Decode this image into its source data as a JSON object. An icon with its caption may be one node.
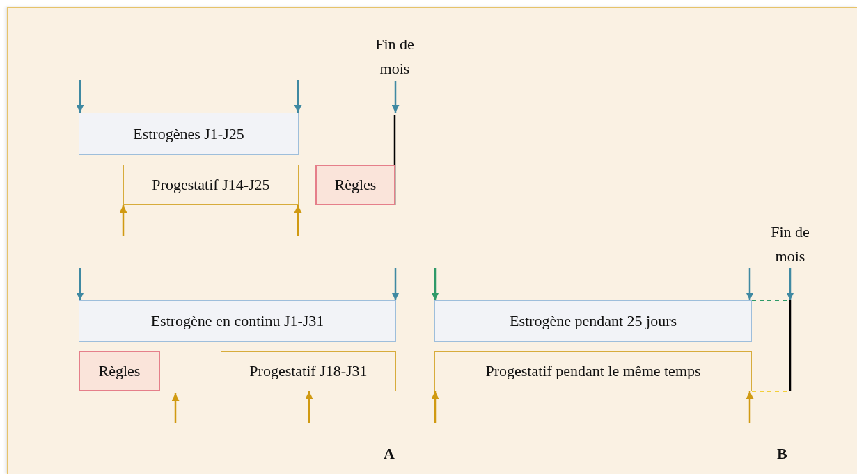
{
  "diagram": {
    "nodes": [
      {
        "text": [
          "Estrogènes J1-J25"
        ]
      },
      {
        "text": [
          "Progestatif J14-J25"
        ]
      },
      {
        "text": [
          "Règles"
        ]
      },
      {
        "text": [
          "Fin de mois"
        ]
      },
      {
        "text": [
          "Estrogène en continu J1-J31"
        ]
      },
      {
        "text": [
          "Règles"
        ]
      },
      {
        "text": [
          "Progestatif J18-J31"
        ]
      },
      {
        "text": [
          "Estrogène pendant 25 jours"
        ]
      },
      {
        "text": [
          "Progestatif pendant le même temps"
        ]
      },
      {
        "text": [
          "Fin de mois"
        ]
      }
    ],
    "edges": [
      {
        "from": null,
        "to": 0,
        "arrow": "to"
      },
      {
        "from": null,
        "to": 0,
        "arrow": "to"
      },
      {
        "from": null,
        "to": 1,
        "arrow": "to",
        "color": "#d09a12"
      },
      {
        "from": null,
        "to": 1,
        "arrow": "to",
        "color": "#d09a12"
      },
      {
        "from": 3,
        "to": null,
        "arrow": "to"
      },
      {
        "from": null,
        "to": 4,
        "arrow": "to"
      },
      {
        "from": null,
        "to": 4,
        "arrow": "to"
      },
      {
        "from": null,
        "to": 6,
        "arrow": "to",
        "color": "#d09a12"
      },
      {
        "from": null,
        "to": 7,
        "arrow": "to",
        "color": "#2e9a68"
      },
      {
        "from": null,
        "to": 7,
        "arrow": "to"
      },
      {
        "from": 9,
        "to": null,
        "arrow": "to"
      },
      {
        "from": null,
        "to": 8,
        "arrow": "to",
        "color": "#d09a12"
      },
      {
        "from": null,
        "to": 8,
        "arrow": "to",
        "color": "#d09a12"
      },
      {
        "from": null,
        "to": 2,
        "arrow": "none",
        "color": "#000000"
      }
    ],
    "labels": [
      "A",
      "B"
    ]
  }
}
